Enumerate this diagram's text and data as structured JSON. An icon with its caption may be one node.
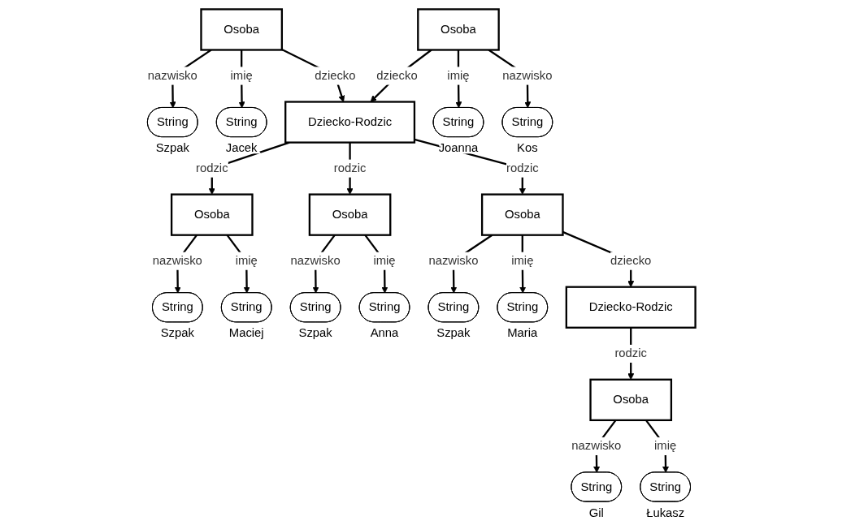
{
  "diagram": {
    "nodes": [
      {
        "text": [
          "Osoba"
        ]
      },
      {
        "text": [
          "String"
        ],
        "beside": [
          "Szpak"
        ]
      },
      {
        "text": [
          "String"
        ],
        "beside": [
          "Jacek"
        ]
      },
      {
        "text": [
          "Osoba"
        ]
      },
      {
        "text": [
          "String"
        ],
        "beside": [
          "Joanna"
        ]
      },
      {
        "text": [
          "String"
        ],
        "beside": [
          "Kos"
        ]
      },
      {
        "text": [
          "Dziecko-Rodzic"
        ]
      },
      {
        "text": [
          "Osoba"
        ]
      },
      {
        "text": [
          "String"
        ],
        "beside": [
          "Szpak"
        ]
      },
      {
        "text": [
          "String"
        ],
        "beside": [
          "Maciej"
        ]
      },
      {
        "text": [
          "Osoba"
        ]
      },
      {
        "text": [
          "String"
        ],
        "beside": [
          "Szpak"
        ]
      },
      {
        "text": [
          "String"
        ],
        "beside": [
          "Anna"
        ]
      },
      {
        "text": [
          "Osoba"
        ]
      },
      {
        "text": [
          "String"
        ],
        "beside": [
          "Szpak"
        ]
      },
      {
        "text": [
          "String"
        ],
        "beside": [
          "Maria"
        ]
      },
      {
        "text": [
          "Dziecko-Rodzic"
        ]
      },
      {
        "text": [
          "Osoba"
        ]
      },
      {
        "text": [
          "String"
        ],
        "beside": [
          "Gil"
        ]
      },
      {
        "text": [
          "String"
        ],
        "beside": [
          "Łukasz"
        ]
      }
    ],
    "edges": [
      {
        "from": 0,
        "to": 1,
        "arrow": "to",
        "label": "nazwisko"
      },
      {
        "from": 0,
        "to": 2,
        "arrow": "to",
        "label": "imię"
      },
      {
        "from": 0,
        "to": 6,
        "arrow": "to",
        "label": "dziecko"
      },
      {
        "from": 3,
        "to": 6,
        "arrow": "to",
        "label": "dziecko"
      },
      {
        "from": 3,
        "to": 4,
        "arrow": "to",
        "label": "imię"
      },
      {
        "from": 3,
        "to": 5,
        "arrow": "to",
        "label": "nazwisko"
      },
      {
        "from": 6,
        "to": 7,
        "arrow": "to",
        "label": "rodzic"
      },
      {
        "from": 6,
        "to": 10,
        "arrow": "to",
        "label": "rodzic"
      },
      {
        "from": 6,
        "to": 13,
        "arrow": "to",
        "label": "rodzic"
      },
      {
        "from": 7,
        "to": 8,
        "arrow": "to",
        "label": "nazwisko"
      },
      {
        "from": 7,
        "to": 9,
        "arrow": "to",
        "label": "imię"
      },
      {
        "from": 10,
        "to": 11,
        "arrow": "to",
        "label": "nazwisko"
      },
      {
        "from": 10,
        "to": 12,
        "arrow": "to",
        "label": "imię"
      },
      {
        "from": 13,
        "to": 14,
        "arrow": "to",
        "label": "nazwisko"
      },
      {
        "from": 13,
        "to": 15,
        "arrow": "to",
        "label": "imię"
      },
      {
        "from": 13,
        "to": 16,
        "arrow": "to",
        "label": "dziecko"
      },
      {
        "from": 16,
        "to": 17,
        "arrow": "to",
        "label": "rodzic"
      },
      {
        "from": 17,
        "to": 18,
        "arrow": "to",
        "label": "nazwisko"
      },
      {
        "from": 17,
        "to": 19,
        "arrow": "to",
        "label": "imię"
      }
    ]
  }
}
